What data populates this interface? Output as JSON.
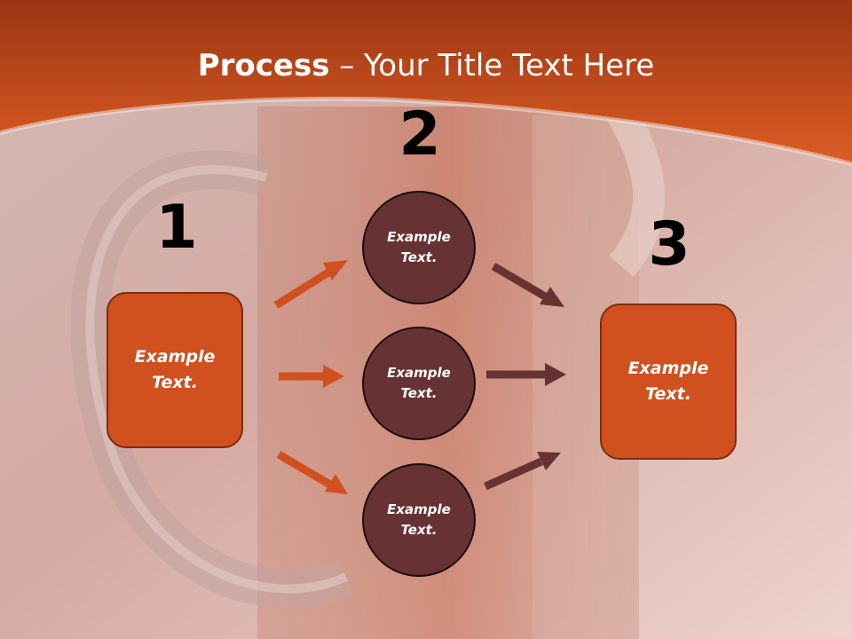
{
  "title": {
    "bold": "Process",
    "rest": " – Your Title Text Here"
  },
  "steps": [
    {
      "number": "1",
      "box_text": "Example\nText."
    },
    {
      "number": "2"
    },
    {
      "number": "3",
      "box_text": "Example\nText."
    }
  ],
  "circles": [
    {
      "text": "Example\nText."
    },
    {
      "text": "Example\nText."
    },
    {
      "text": "Example\nText."
    }
  ],
  "colors": {
    "header": "#d1501f",
    "box": "#d1501f",
    "circle": "#673233",
    "arrow_in": "#d1501f",
    "arrow_out": "#673233"
  }
}
